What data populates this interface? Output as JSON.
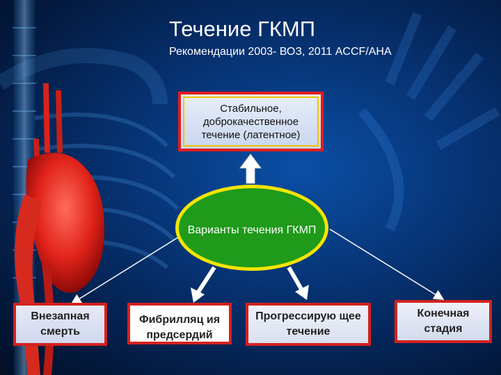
{
  "title": "Течение ГКМП",
  "subtitle": "Рекомендации 2003- ВОЗ, 2011 ACCF/AHA",
  "top_box": "Стабильное, доброкачественное течение (латентное)",
  "center": "Варианты течения ГКМП",
  "outcomes": [
    "Внезапная смерть",
    "Фибрилляц ия предсердий",
    "Прогрессирую щее течение",
    "Конечная стадия"
  ],
  "colors": {
    "background": "#06306e",
    "box_border": "#d4211e",
    "ellipse_fill": "#1f9a1a",
    "ellipse_border": "#f5e400"
  }
}
